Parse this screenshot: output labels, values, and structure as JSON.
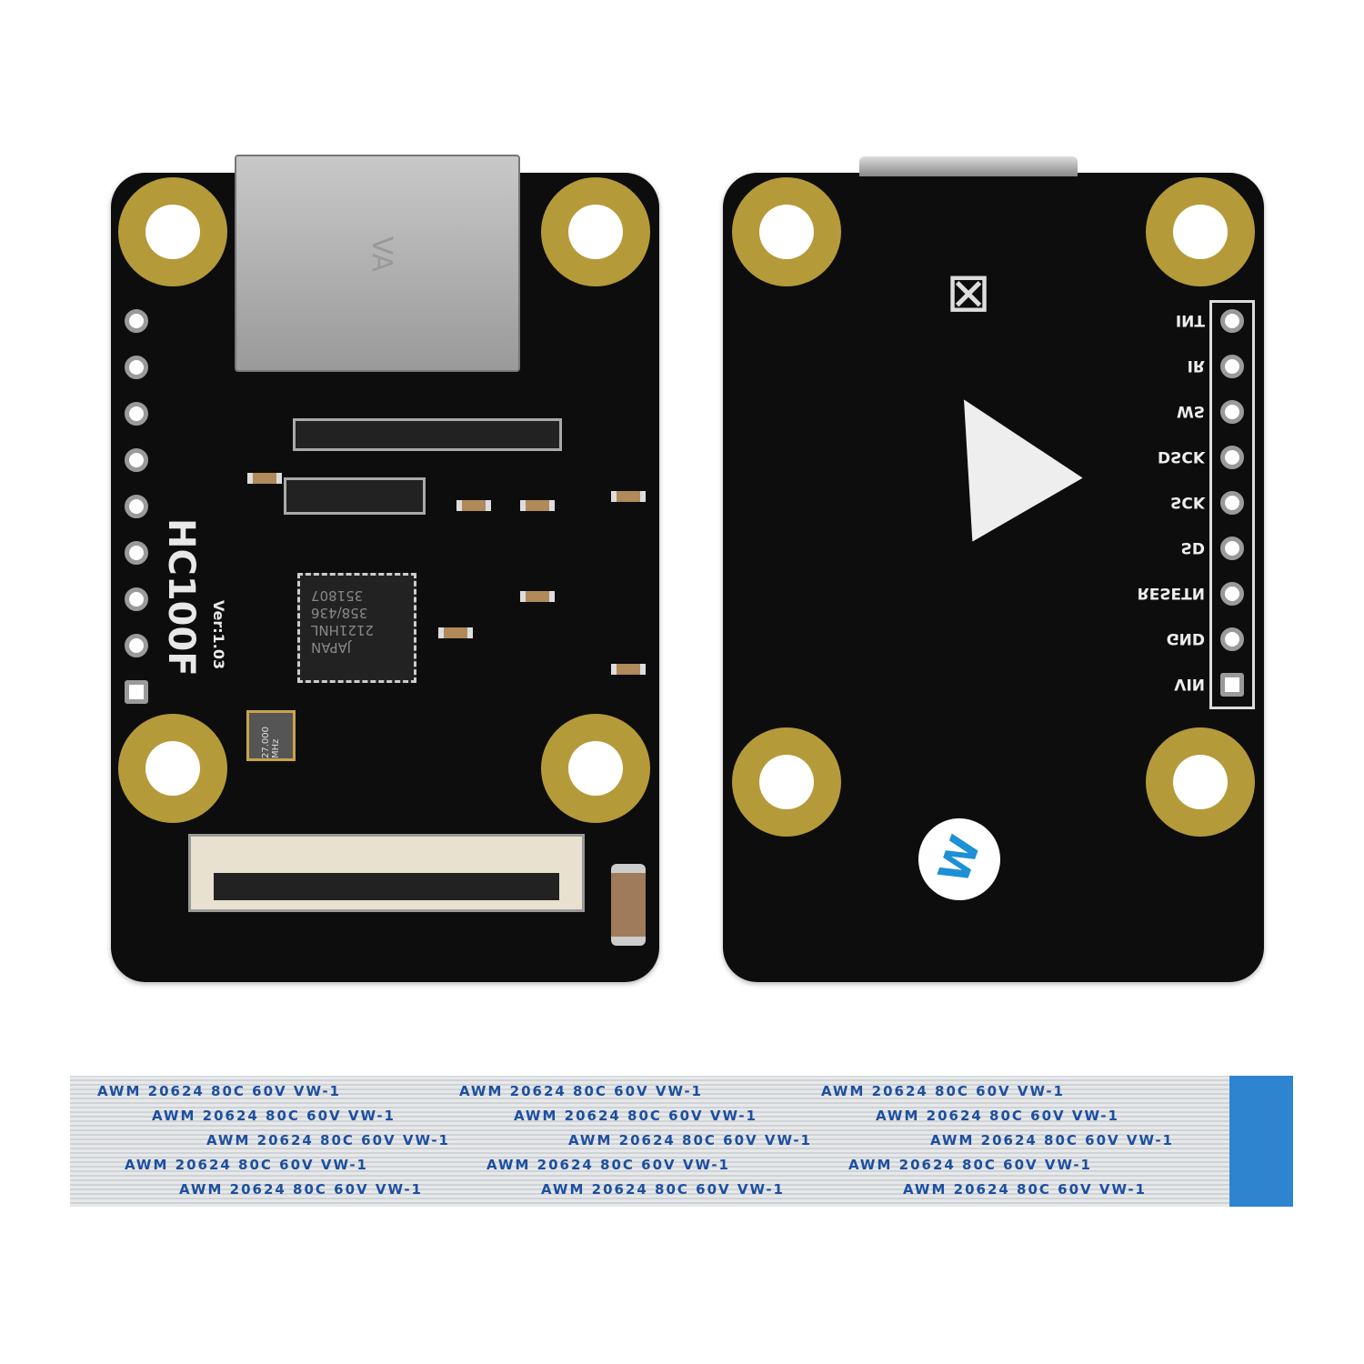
{
  "front_board": {
    "model_label": "HC100F",
    "version_label": "Ver:1.03",
    "chip_marking": [
      "JAPAN",
      "2121HNL",
      "358/436",
      "351807"
    ],
    "crystal_label": "27.000 MHz",
    "connector_mark": "VA"
  },
  "back_board": {
    "pin_labels": [
      "INT",
      "IR",
      "WS",
      "DSCK",
      "SCK",
      "SD",
      "RESETN",
      "GND",
      "VIN"
    ],
    "logo": "waveshare-logo"
  },
  "cable": {
    "print_text": "AWM 20624 80C 60V VW-1"
  },
  "colors": {
    "pcb": "#0d0d0d",
    "pad_gold": "#b59a3a",
    "cable_tab": "#2f84d0",
    "cable_text": "#1d4fa0"
  }
}
